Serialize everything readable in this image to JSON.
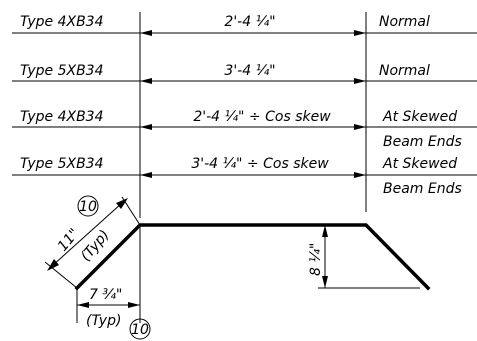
{
  "rows": [
    {
      "type_label": "Type 4XB34",
      "dimension": "2'-4 ¼\"",
      "condition": "Normal",
      "condition_line2": ""
    },
    {
      "type_label": "Type 5XB34",
      "dimension": "3'-4 ¼\"",
      "condition": "Normal",
      "condition_line2": ""
    },
    {
      "type_label": "Type 4XB34",
      "dimension": "2'-4 ¼\" ÷ Cos skew",
      "condition": "At Skewed",
      "condition_line2": "Beam Ends"
    },
    {
      "type_label": "Type 5XB34",
      "dimension": "3'-4 ¼\" ÷ Cos skew",
      "condition": "At Skewed",
      "condition_line2": "Beam Ends"
    }
  ],
  "slope_dimension": "11\"",
  "slope_note": "(Typ)",
  "slope_callout": "10",
  "base_dimension": "7 ¾\"",
  "base_note": "(Typ)",
  "base_callout": "10",
  "height_dimension": "8 ¼\""
}
